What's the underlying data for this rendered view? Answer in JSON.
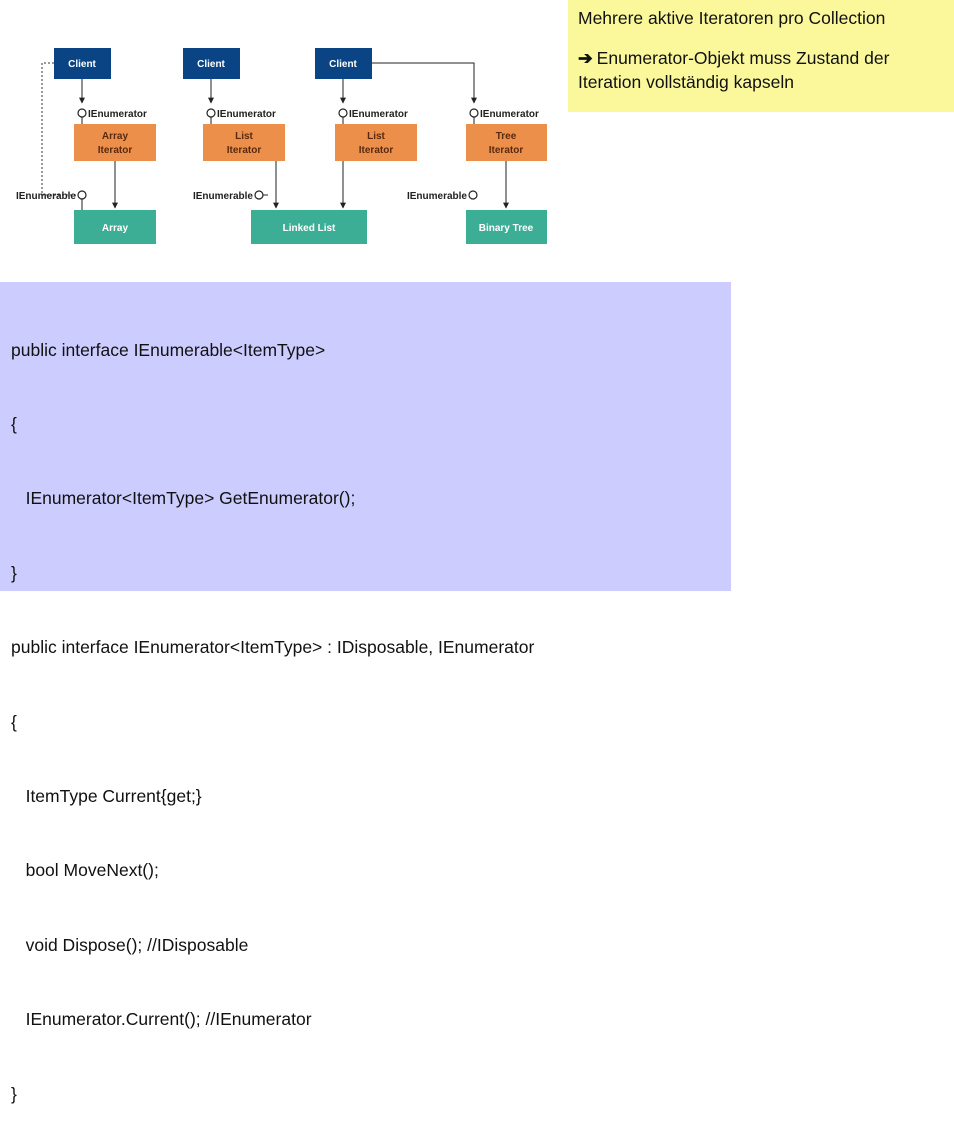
{
  "note": {
    "title": "Mehrere aktive Iteratoren pro Collection",
    "arrow_symbol": "➔",
    "conclusion": "Enumerator-Objekt muss Zustand der Iteration vollständig kapseln"
  },
  "diagram": {
    "colors": {
      "client": "#0a4485",
      "iterator": "#eb8f4a",
      "collection": "#3dae96"
    },
    "groups": [
      {
        "client": "Client",
        "ienumerator": "IEnumerator",
        "iterator_line1": "Array",
        "iterator_line2": "Iterator",
        "ienumerable": "IEnumerable",
        "collection": "Array"
      },
      {
        "client": "Client",
        "ienumerator": "IEnumerator",
        "iterator_line1": "List",
        "iterator_line2": "Iterator",
        "ienumerable": "IEnumerable",
        "collection": "Linked List"
      },
      {
        "client": "Client",
        "ienumerator": "IEnumerator",
        "iterator_line1": "List",
        "iterator_line2": "Iterator"
      },
      {
        "ienumerator": "IEnumerator",
        "iterator_line1": "Tree",
        "iterator_line2": "Iterator",
        "ienumerable": "IEnumerable",
        "collection": "Binary Tree"
      }
    ]
  },
  "code": {
    "lines": [
      "public interface IEnumerable<ItemType>",
      "{",
      "   IEnumerator<ItemType> GetEnumerator();",
      "}",
      "public interface IEnumerator<ItemType> : IDisposable, IEnumerator",
      "{",
      "   ItemType Current{get;}",
      "   bool MoveNext();",
      "   void Dispose(); //IDisposable",
      "   IEnumerator.Current(); //IEnumerator",
      "}"
    ]
  }
}
